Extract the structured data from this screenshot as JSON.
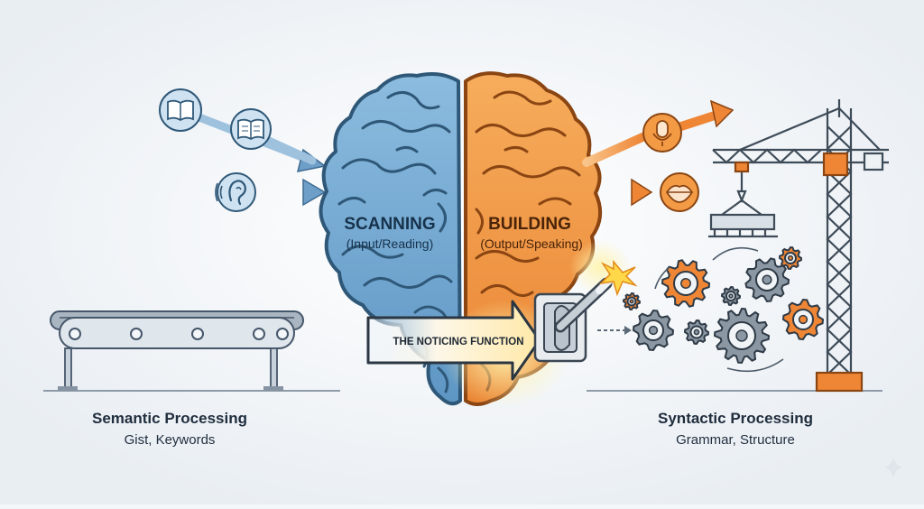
{
  "left_hemisphere": {
    "title": "SCANNING",
    "subtitle": "(Input/Reading)"
  },
  "right_hemisphere": {
    "title": "BUILDING",
    "subtitle": "(Output/Speaking)"
  },
  "noticing": {
    "label": "THE NOTICING FUNCTION"
  },
  "semantic": {
    "title": "Semantic Processing",
    "subtitle": "Gist, Keywords"
  },
  "syntactic": {
    "title": "Syntactic Processing",
    "subtitle": "Grammar, Structure"
  },
  "icons": {
    "inputs": [
      "book-icon",
      "open-book-icon",
      "ear-icon"
    ],
    "outputs": [
      "microphone-icon",
      "lips-icon"
    ]
  },
  "colors": {
    "blue_brain": "#7fb2d8",
    "blue_outline": "#2f5878",
    "orange_brain": "#f3a04b",
    "orange_outline": "#8a4513",
    "gear_orange": "#ee8636",
    "gear_gray": "#8b97a3"
  }
}
